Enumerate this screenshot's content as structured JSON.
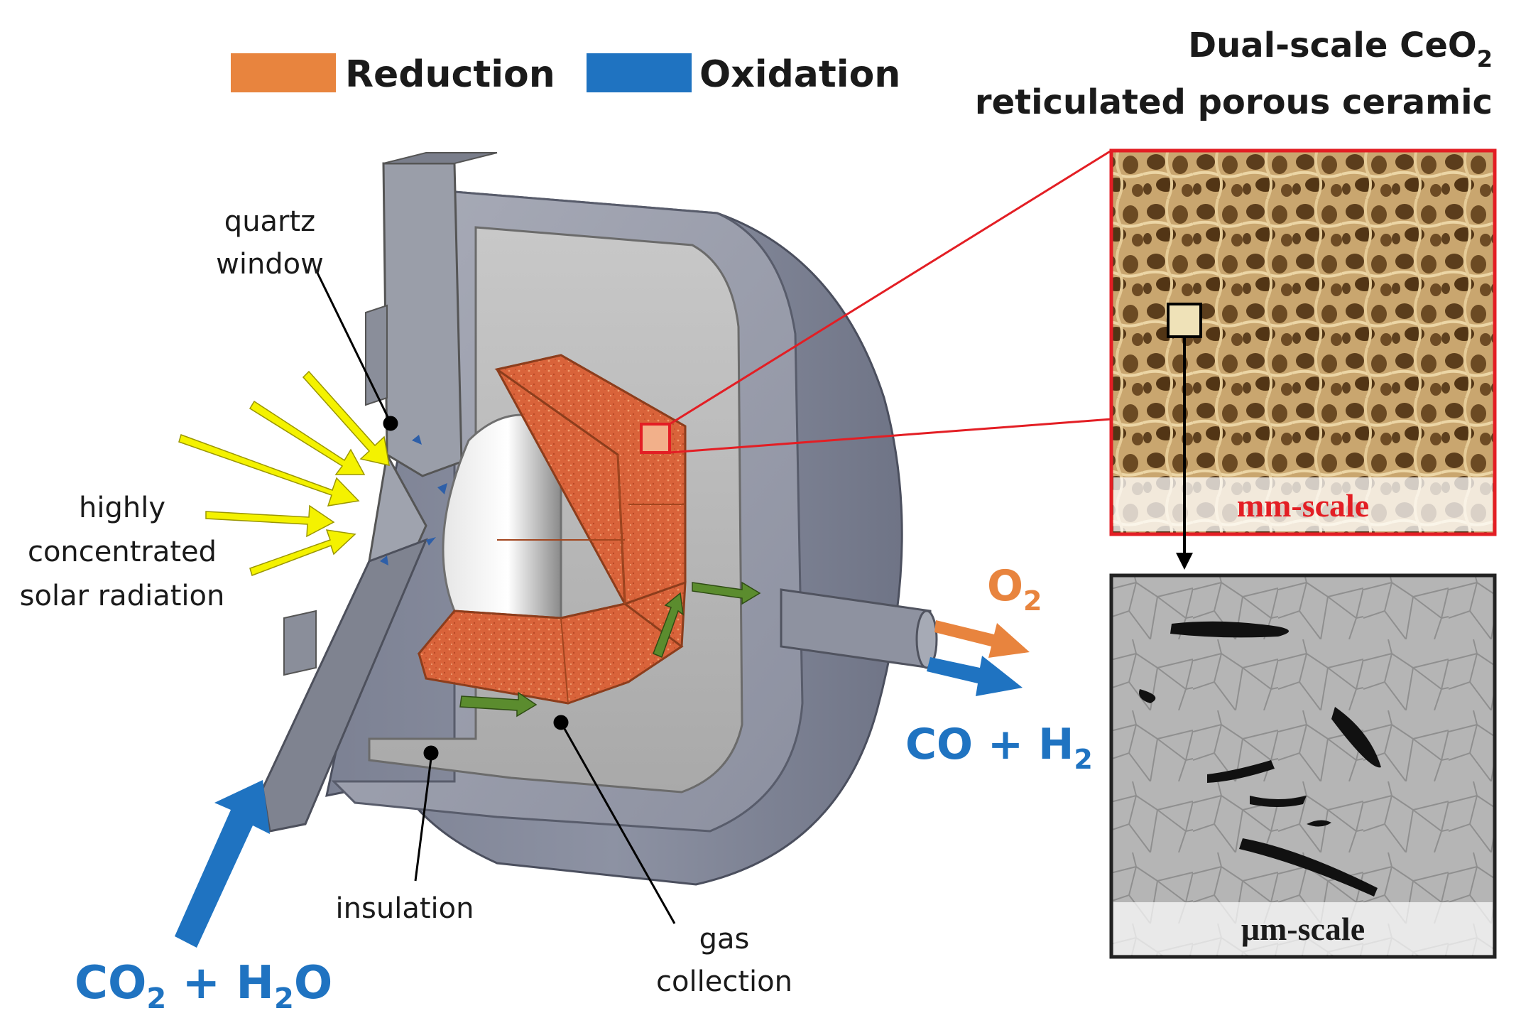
{
  "legend": {
    "reduction_label": "Reduction",
    "oxidation_label": "Oxidation",
    "reduction_color": "#e8843e",
    "oxidation_color": "#1f73c1"
  },
  "panel_title": {
    "line1_prefix": "Dual-scale CeO",
    "line1_subscript": "2",
    "line2": "reticulated porous ceramic"
  },
  "labels": {
    "quartz_window_1": "quartz",
    "quartz_window_2": "window",
    "radiation_1": "highly",
    "radiation_2": "concentrated",
    "radiation_3": "solar radiation",
    "insulation": "insulation",
    "gas_collection_1": "gas",
    "gas_collection_2": "collection"
  },
  "flows": {
    "inlet_a": "CO",
    "inlet_a_sub": "2",
    "inlet_plus": " + H",
    "inlet_b_sub": "2",
    "inlet_tail": "O",
    "o2_main": "O",
    "o2_sub": "2",
    "outlet_main": "CO + H",
    "outlet_sub": "2"
  },
  "insets": {
    "mm_label": "mm-scale",
    "um_label": "μm-scale"
  },
  "colors": {
    "inlet_arrow": "#1f73c1",
    "o2_arrow": "#e8843e",
    "radiation_arrow": "#f4f200",
    "gas_flow_arrow": "#5b8c2e",
    "zoom_frame": "#e31e24",
    "porous_ceramic": "#d9633a"
  }
}
